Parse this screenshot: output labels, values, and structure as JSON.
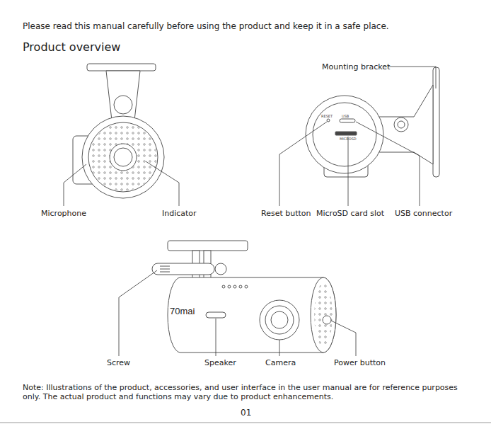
{
  "diagram": {
    "title": "Product overview",
    "labels": [
      "Please read this manual carefully before using the product and keep it in a safe place.",
      "Mounting bracket",
      "RESET",
      "USB",
      "MICROSD",
      "Microphone",
      "Indicator",
      "Reset button",
      "MicroSD card slot",
      "USB connector",
      "70mai",
      "Screw",
      "Speaker",
      "Camera",
      "Power button",
      "Note: Illustrations of the product, accessories, and user interface in the user manual are for reference purposes only. The actual product and functions may vary due to product enhancements.",
      "01"
    ]
  }
}
